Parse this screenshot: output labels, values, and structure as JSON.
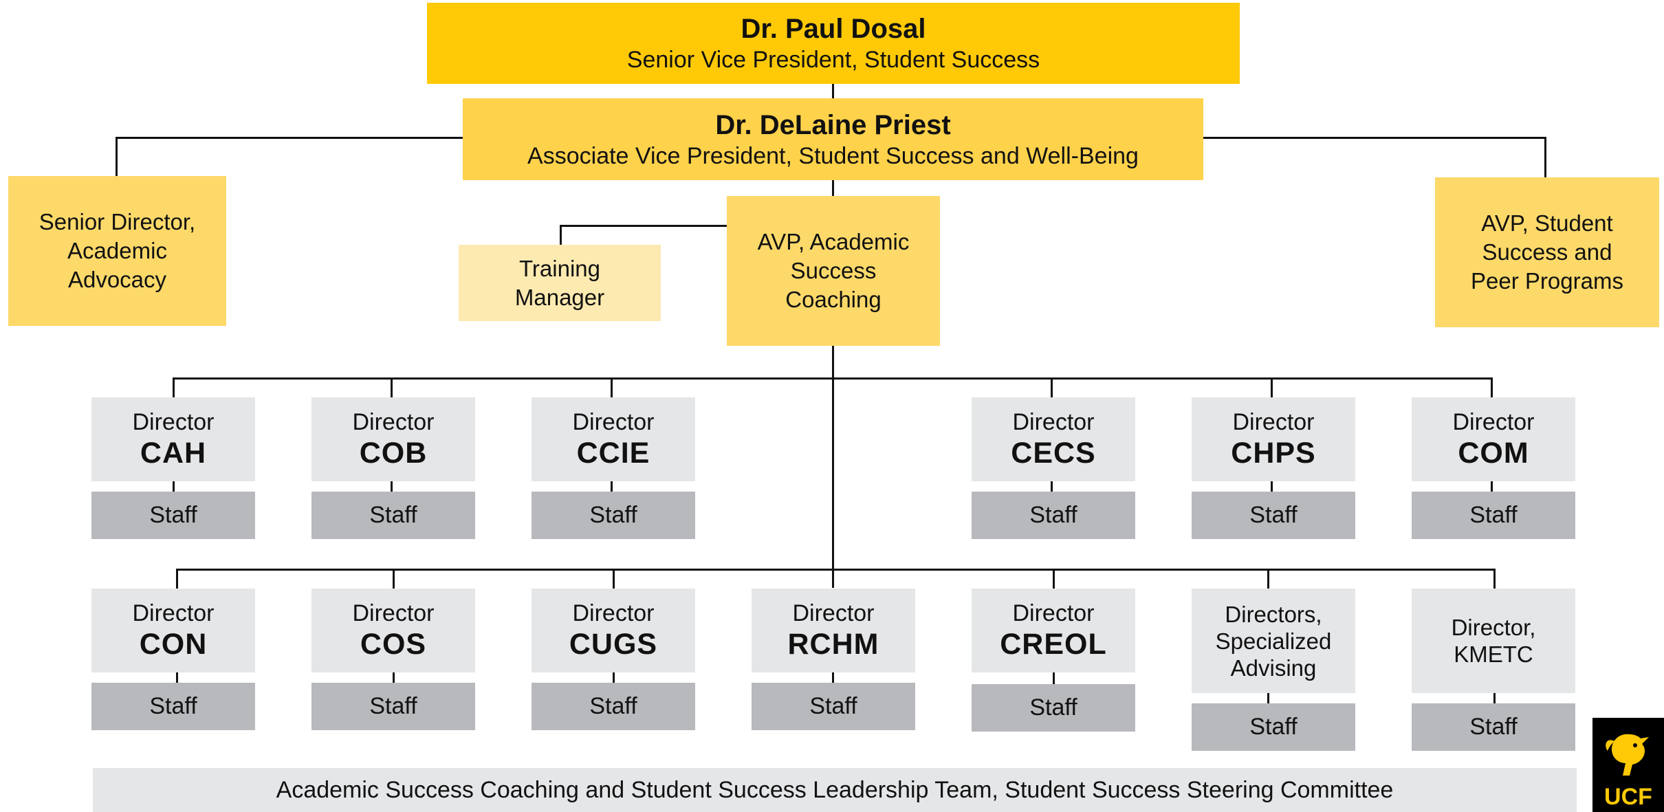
{
  "top": {
    "name": "Dr. Paul Dosal",
    "title": "Senior Vice President, Student Success"
  },
  "avp": {
    "name": "Dr. DeLaine Priest",
    "title": "Associate Vice President, Student Success and Well-Being"
  },
  "left_box": {
    "lines": [
      "Senior Director,",
      "Academic",
      "Advocacy"
    ]
  },
  "right_box": {
    "lines": [
      "AVP, Student",
      "Success and",
      "Peer Programs"
    ]
  },
  "training": {
    "lines": [
      "Training",
      "Manager"
    ]
  },
  "coaching": {
    "lines": [
      "AVP, Academic",
      "Success",
      "Coaching"
    ]
  },
  "directors_row1": [
    {
      "label": "Director",
      "code": "CAH",
      "staff": "Staff"
    },
    {
      "label": "Director",
      "code": "COB",
      "staff": "Staff"
    },
    {
      "label": "Director",
      "code": "CCIE",
      "staff": "Staff"
    },
    {
      "label": "Director",
      "code": "CECS",
      "staff": "Staff"
    },
    {
      "label": "Director",
      "code": "CHPS",
      "staff": "Staff"
    },
    {
      "label": "Director",
      "code": "COM",
      "staff": "Staff"
    }
  ],
  "directors_row2": [
    {
      "label": "Director",
      "code": "CON",
      "staff": "Staff"
    },
    {
      "label": "Director",
      "code": "COS",
      "staff": "Staff"
    },
    {
      "label": "Director",
      "code": "CUGS",
      "staff": "Staff"
    },
    {
      "label": "Director",
      "code": "RCHM",
      "staff": "Staff"
    },
    {
      "label": "Director",
      "code": "CREOL",
      "staff": "Staff"
    }
  ],
  "specialized": {
    "lines": [
      "Directors,",
      "Specialized",
      "Advising"
    ],
    "staff": "Staff"
  },
  "kmetc": {
    "lines": [
      "Director,",
      "KMETC"
    ],
    "staff": "Staff"
  },
  "footer": "Academic Success Coaching and Student Success Leadership Team, Student Success Steering Committee",
  "logo": {
    "text": "UCF",
    "icon": "pegasus-icon"
  },
  "colors": {
    "gold": "#ffc906",
    "gold_light": "#fdd96a",
    "pale": "#fdeab1",
    "gray_light": "#e5e6e8",
    "gray_dark": "#b8b9bd"
  }
}
